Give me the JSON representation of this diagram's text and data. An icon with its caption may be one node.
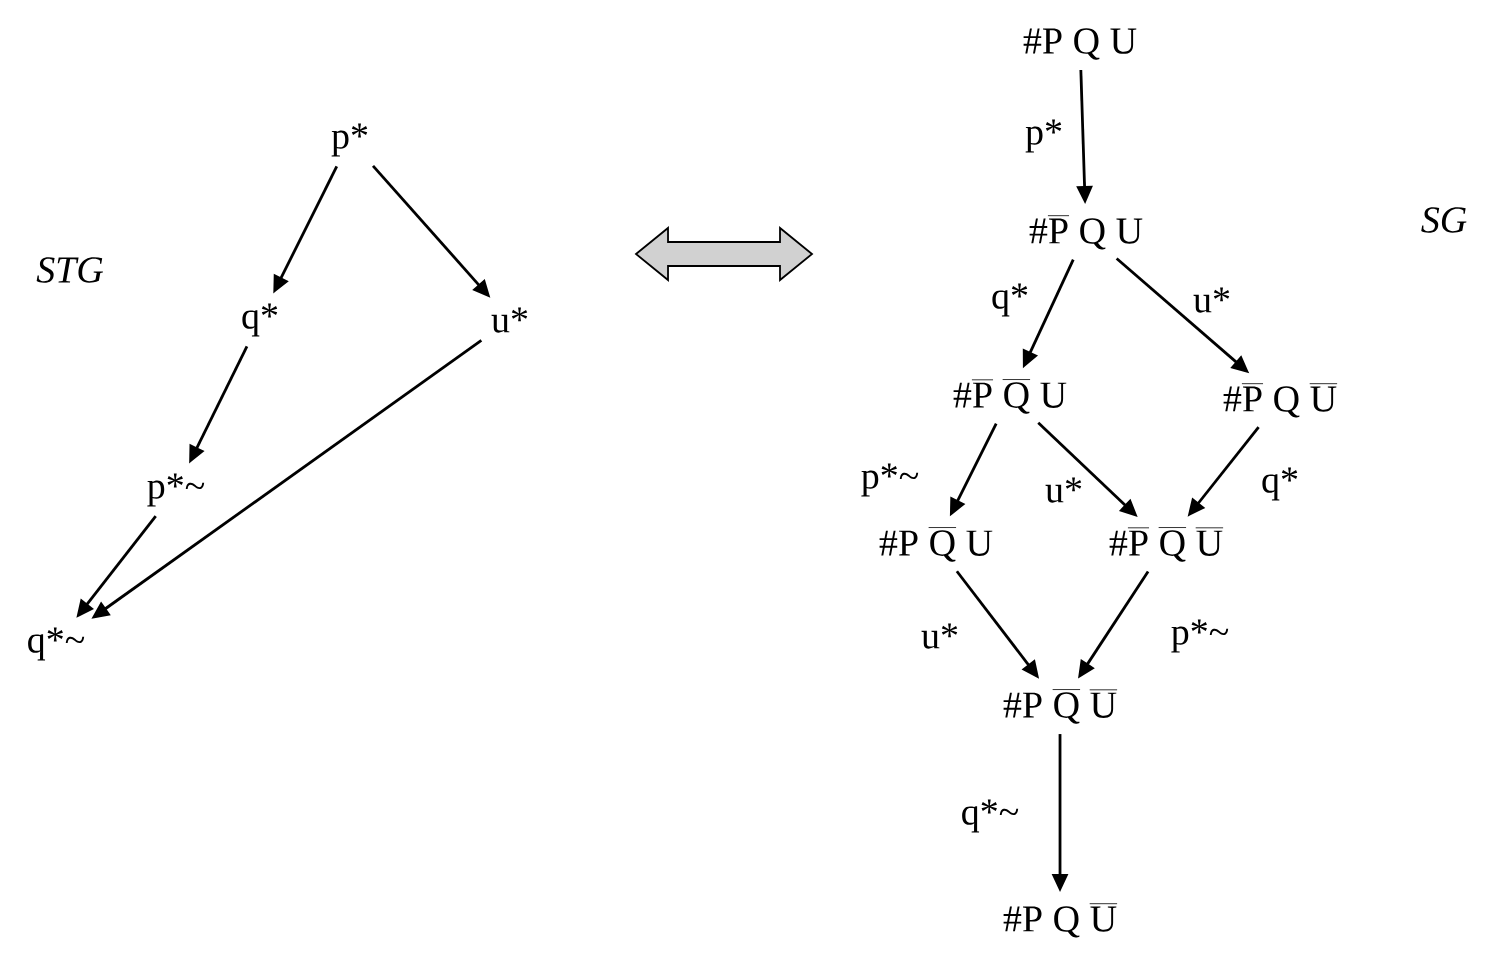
{
  "diagram": {
    "nodes": [
      {
        "text": [
          "p*"
        ]
      },
      {
        "text": [
          "q*"
        ]
      },
      {
        "text": [
          "u*"
        ]
      },
      {
        "text": [
          "p*~"
        ]
      },
      {
        "text": [
          "q*~"
        ]
      },
      {
        "text": [
          "\\#\\mathrm{P}\\;\\mathrm{Q}\\;\\mathrm{U}"
        ]
      },
      {
        "text": [
          "\\#\\overline{\\mathrm{P}}\\;\\mathrm{Q}\\;\\mathrm{U}"
        ]
      },
      {
        "text": [
          "\\#\\overline{\\mathrm{P}}\\;\\overline{\\mathrm{Q}}\\;\\mathrm{U}"
        ]
      },
      {
        "text": [
          "\\#\\overline{\\mathrm{P}}\\;\\mathrm{Q}\\;\\overline{\\mathrm{U}}"
        ]
      },
      {
        "text": [
          "\\#\\mathrm{P}\\;\\overline{\\mathrm{Q}}\\;\\mathrm{U}"
        ]
      },
      {
        "text": [
          "\\#\\overline{\\mathrm{P}}\\;\\overline{\\mathrm{Q}}\\;\\overline{\\mathrm{U}}"
        ]
      },
      {
        "text": [
          "\\#\\mathrm{P}\\;\\overline{\\mathrm{Q}}\\;\\overline{\\mathrm{U}}"
        ]
      },
      {
        "text": [
          "\\#\\mathrm{P}\\;\\mathrm{Q}\\;\\overline{\\mathrm{U}}"
        ]
      }
    ],
    "edges": [
      {
        "from": 0,
        "to": 1,
        "arrow": "to"
      },
      {
        "from": 0,
        "to": 2,
        "arrow": "to"
      },
      {
        "from": 1,
        "to": 3,
        "arrow": "to"
      },
      {
        "from": 3,
        "to": 4,
        "arrow": "to"
      },
      {
        "from": 2,
        "to": 4,
        "arrow": "to"
      },
      {
        "from": 5,
        "to": 6,
        "arrow": "to",
        "label": "p*"
      },
      {
        "from": 6,
        "to": 7,
        "arrow": "to",
        "label": "q*"
      },
      {
        "from": 6,
        "to": 8,
        "arrow": "to",
        "label": "u*"
      },
      {
        "from": 7,
        "to": 9,
        "arrow": "to",
        "label": "p*~"
      },
      {
        "from": 7,
        "to": 10,
        "arrow": "to",
        "label": "u*"
      },
      {
        "from": 8,
        "to": 10,
        "arrow": "to",
        "label": "q*"
      },
      {
        "from": 9,
        "to": 11,
        "arrow": "to",
        "label": "u*"
      },
      {
        "from": 10,
        "to": 11,
        "arrow": "to",
        "label": "p*~"
      },
      {
        "from": 11,
        "to": 12,
        "arrow": "to",
        "label": "q*~"
      }
    ],
    "labels": [
      "STG",
      "SG"
    ]
  }
}
